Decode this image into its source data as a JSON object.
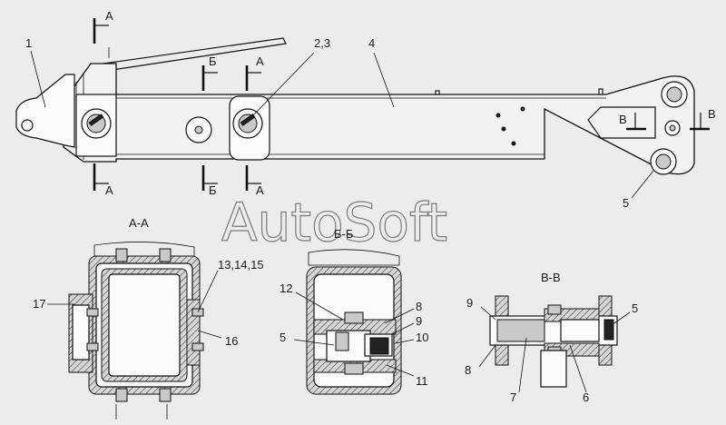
{
  "watermark": "AutoSoft",
  "callouts": {
    "c1": "1",
    "c23": "2,3",
    "c4": "4",
    "c5_main": "5",
    "c131415": "13,14,15",
    "c16": "16",
    "c17": "17",
    "c12": "12",
    "c8_bb": "8",
    "c9_bb": "9",
    "c5_bb": "5",
    "c10": "10",
    "c11": "11",
    "c9_vv": "9",
    "c5_vv": "5",
    "c8_vv": "8",
    "c7": "7",
    "c6": "6"
  },
  "section_marks": {
    "a_top": "А",
    "a_bottom": "А",
    "a2_top": "А",
    "a2_bottom": "А",
    "b_top": "Б",
    "b_bottom": "Б",
    "v_inner": "В",
    "v_outer": "В"
  },
  "section_titles": {
    "aa": "А-А",
    "bb": "Б-Б",
    "vv": "В-В"
  }
}
